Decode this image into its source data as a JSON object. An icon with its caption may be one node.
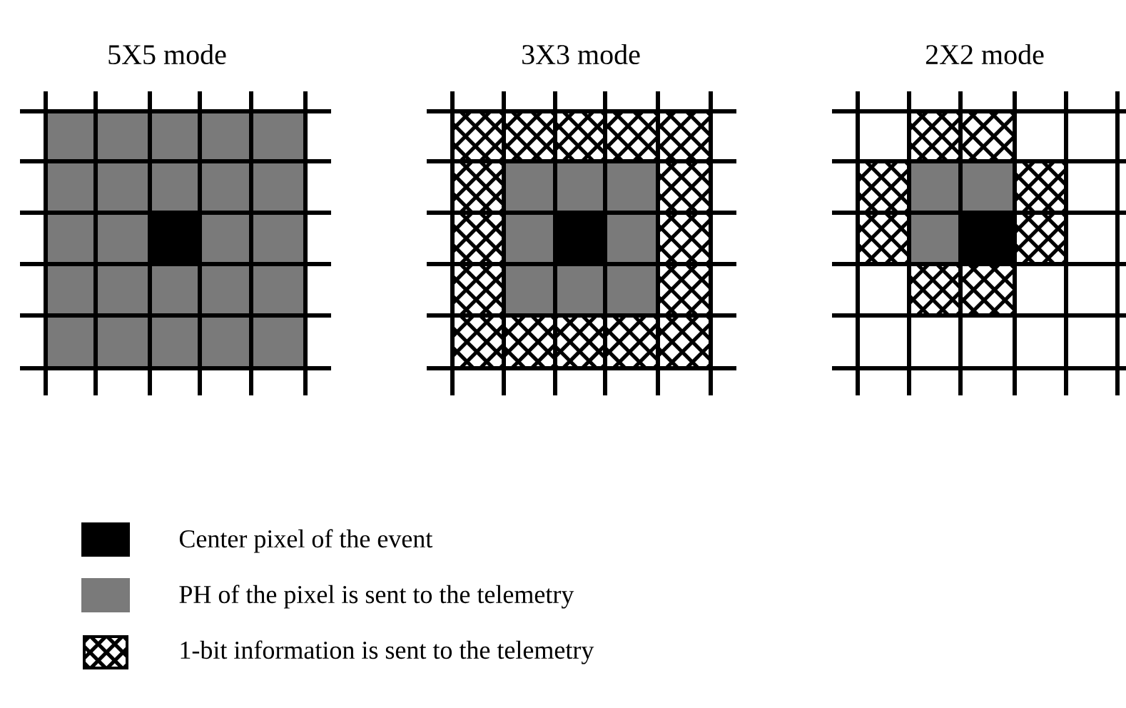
{
  "diagram": {
    "labels": [
      "5X5 mode",
      "3X3 mode",
      "2X2 mode"
    ],
    "legend": [
      {
        "text": "Center pixel of the event",
        "color": "#000000"
      },
      {
        "text": "PH of the pixel is sent to the telemetry",
        "color": "#7a7a7a"
      },
      {
        "text": "1-bit information is sent to the telemetry"
      }
    ]
  }
}
